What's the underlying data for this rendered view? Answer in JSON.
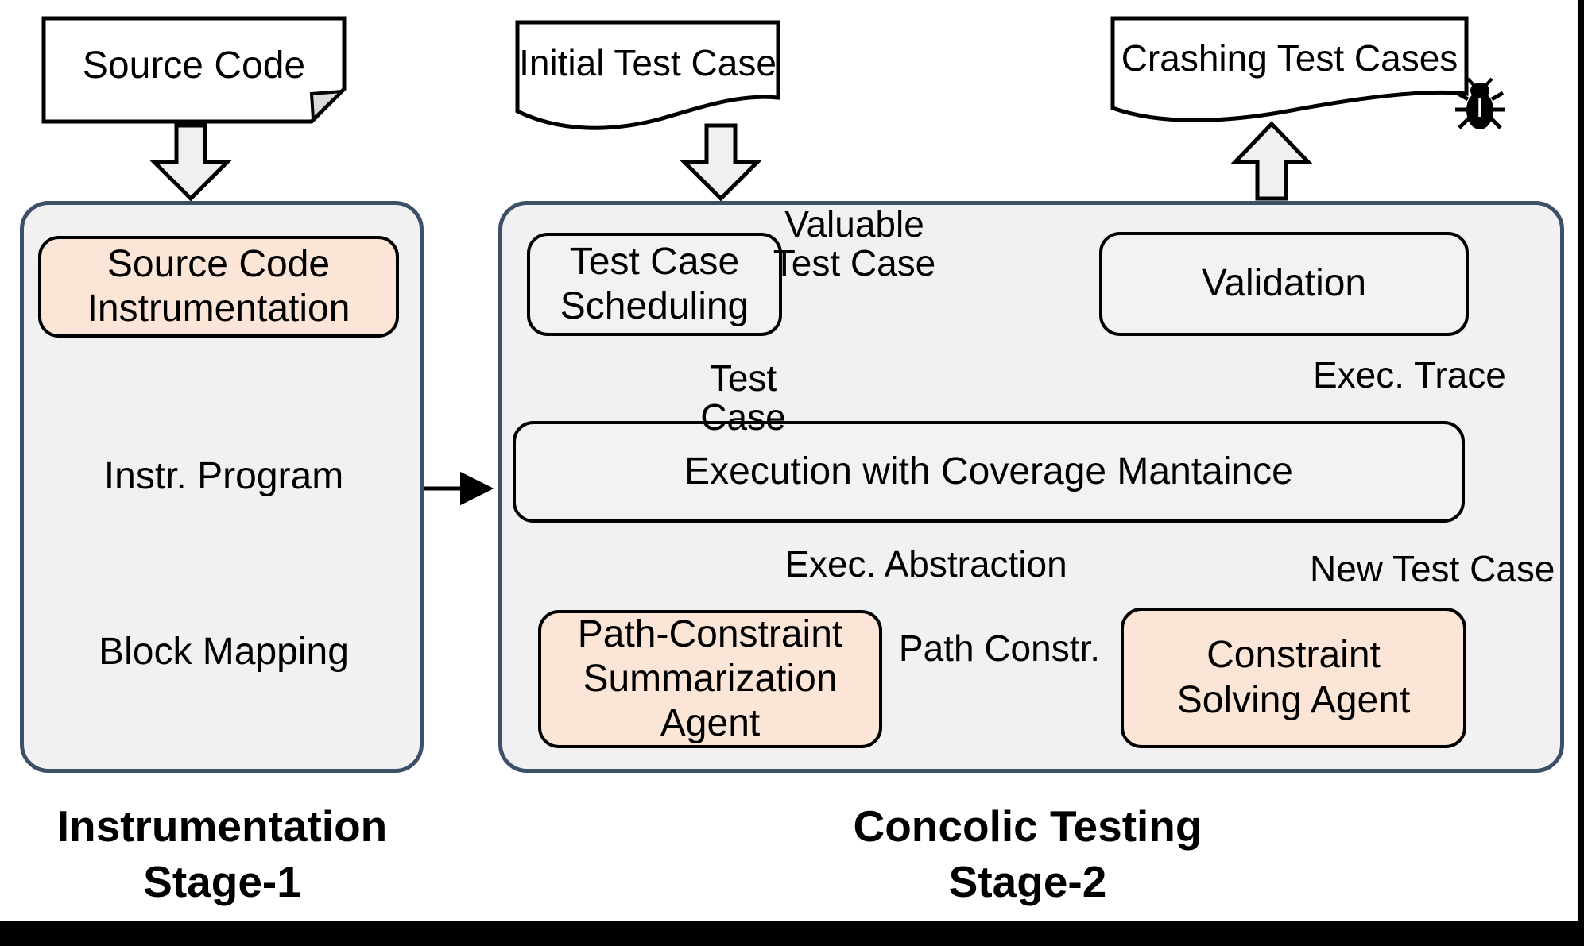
{
  "palette": {
    "container_fill": "#f1f1f2",
    "container_border": "#3c5068",
    "box_fill": "#f2f2f2",
    "agent_fill": "#fbe5d6",
    "line_color": "#000000"
  },
  "stage1": {
    "source_doc": "Source Code",
    "instrument_box": "Source Code\nInstrumentation",
    "program_doc": "Instr. Program",
    "mapping_doc": "Block Mapping",
    "title": "Instrumentation",
    "subtitle": "Stage-1"
  },
  "stage2": {
    "input_doc": "Initial Test Case",
    "output_doc": "Crashing Test Cases",
    "scheduling_box": "Test Case\nScheduling",
    "validation_box": "Validation",
    "execution_box": "Execution with Coverage Mantaince",
    "summarization_box": "Path-Constraint\nSummarization\nAgent",
    "solver_box": "Constraint\nSolving Agent",
    "labels": {
      "valuable": "Valuable\nTest Case",
      "test_case": "Test Case",
      "exec_trace": "Exec. Trace",
      "exec_abstraction": "Exec. Abstraction",
      "new_test_case": "New Test Case",
      "path_constr": "Path Constr."
    },
    "title": "Concolic Testing",
    "subtitle": "Stage-2"
  },
  "icons": {
    "crash_bug": "bug-icon"
  }
}
